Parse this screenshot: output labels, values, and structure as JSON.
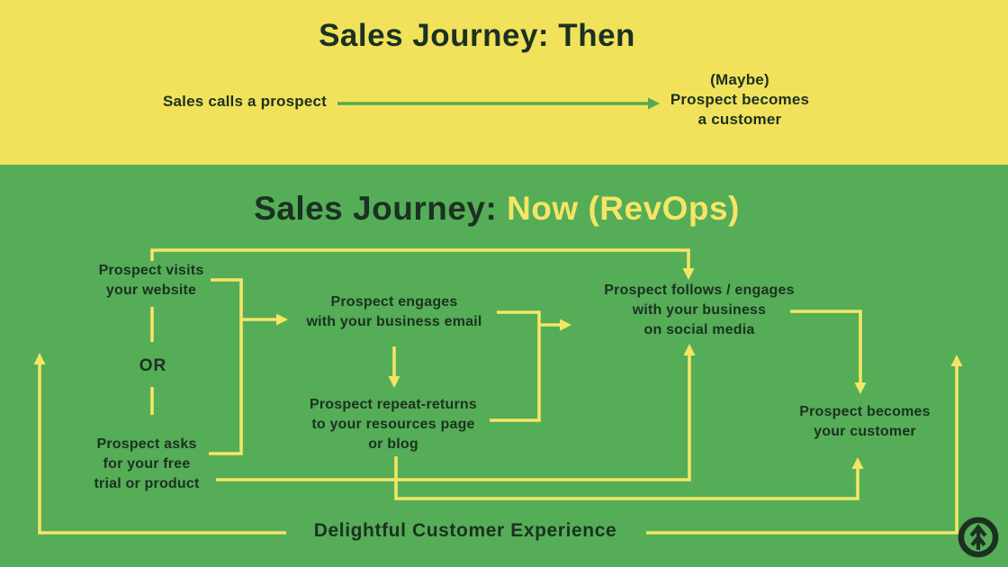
{
  "colors": {
    "yellow_bg": "#F2E25B",
    "green_bg": "#55AD57",
    "dark_ink": "#1B3121",
    "line_yellow": "#F5E566",
    "arrow_green": "#53AA4F"
  },
  "then_section": {
    "title": "Sales Journey: Then",
    "source_label": "Sales calls a prospect",
    "target_label": "(Maybe)\nProspect becomes\na customer"
  },
  "now_section": {
    "title_prefix": "Sales Journey: ",
    "title_highlight": "Now (RevOps)",
    "nodes": {
      "visits": "Prospect visits\nyour website",
      "or": "OR",
      "asks": "Prospect asks\nfor your free\ntrial or product",
      "engages": "Prospect engages\nwith your business email",
      "returns": "Prospect repeat-returns\nto your resources page\nor blog",
      "follows": "Prospect follows / engages\nwith your business\non social media",
      "becomes": "Prospect becomes\nyour customer",
      "experience": "Delightful Customer Experience"
    },
    "edges": [
      {
        "from": "sales-calls-a-prospect",
        "to": "maybe-prospect-becomes-a-customer"
      },
      {
        "from": "prospect-visits-website",
        "to": "prospect-follows-social",
        "via": "top-loop"
      },
      {
        "from": "prospect-visits-website-or-asks-trial",
        "to": "prospect-engages-email"
      },
      {
        "from": "prospect-engages-email",
        "to": "prospect-repeat-returns"
      },
      {
        "from": "prospect-engages-or-repeat-returns",
        "to": "prospect-follows-social"
      },
      {
        "from": "prospect-follows-social",
        "to": "prospect-becomes-customer"
      },
      {
        "from": "prospect-asks-trial",
        "to": "prospect-follows-social",
        "via": "bottom-line"
      },
      {
        "from": "prospect-repeat-returns",
        "to": "prospect-becomes-customer",
        "via": "bottom-line"
      },
      {
        "from": "delightful-customer-experience",
        "to": "journey-start-loop-back"
      }
    ],
    "logo": "tree-arrow-logo"
  }
}
